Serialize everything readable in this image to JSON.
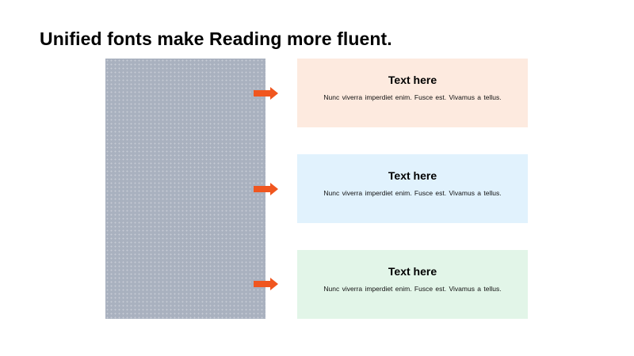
{
  "slide": {
    "title": "Unified fonts make Reading more fluent."
  },
  "image_placeholder": {
    "fill": "#a9b1bf"
  },
  "arrows": {
    "color": "#f0561f",
    "icon": "arrow-right-icon"
  },
  "cards": [
    {
      "heading": "Text here",
      "body": "Nunc viverra imperdiet enim. Fusce est. Vivamus a tellus.",
      "background": "#fdeadf"
    },
    {
      "heading": "Text here",
      "body": "Nunc viverra imperdiet enim. Fusce est. Vivamus a tellus.",
      "background": "#e1f2fd"
    },
    {
      "heading": "Text here",
      "body": "Nunc viverra imperdiet enim. Fusce est. Vivamus a tellus.",
      "background": "#e2f5e8"
    }
  ]
}
